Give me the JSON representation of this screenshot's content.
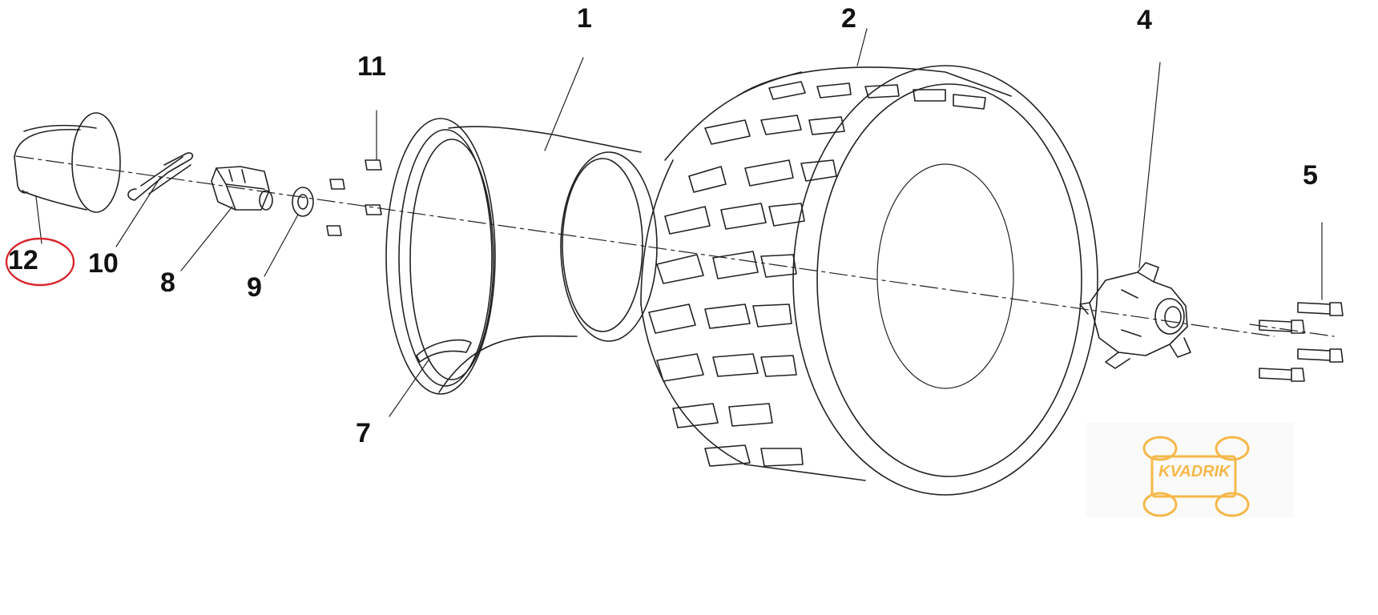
{
  "diagram": {
    "callouts": [
      {
        "id": "1",
        "label": "1"
      },
      {
        "id": "2",
        "label": "2"
      },
      {
        "id": "4",
        "label": "4"
      },
      {
        "id": "5",
        "label": "5"
      },
      {
        "id": "7",
        "label": "7"
      },
      {
        "id": "8",
        "label": "8"
      },
      {
        "id": "9",
        "label": "9"
      },
      {
        "id": "10",
        "label": "10"
      },
      {
        "id": "11",
        "label": "11"
      },
      {
        "id": "12",
        "label": "12"
      }
    ],
    "highlighted_callout": "12",
    "highlight_color": "#d8262e",
    "line_color": "#222222"
  },
  "watermark": {
    "text": "KVADRIK",
    "subtext": "",
    "color": "#f5b84a"
  }
}
